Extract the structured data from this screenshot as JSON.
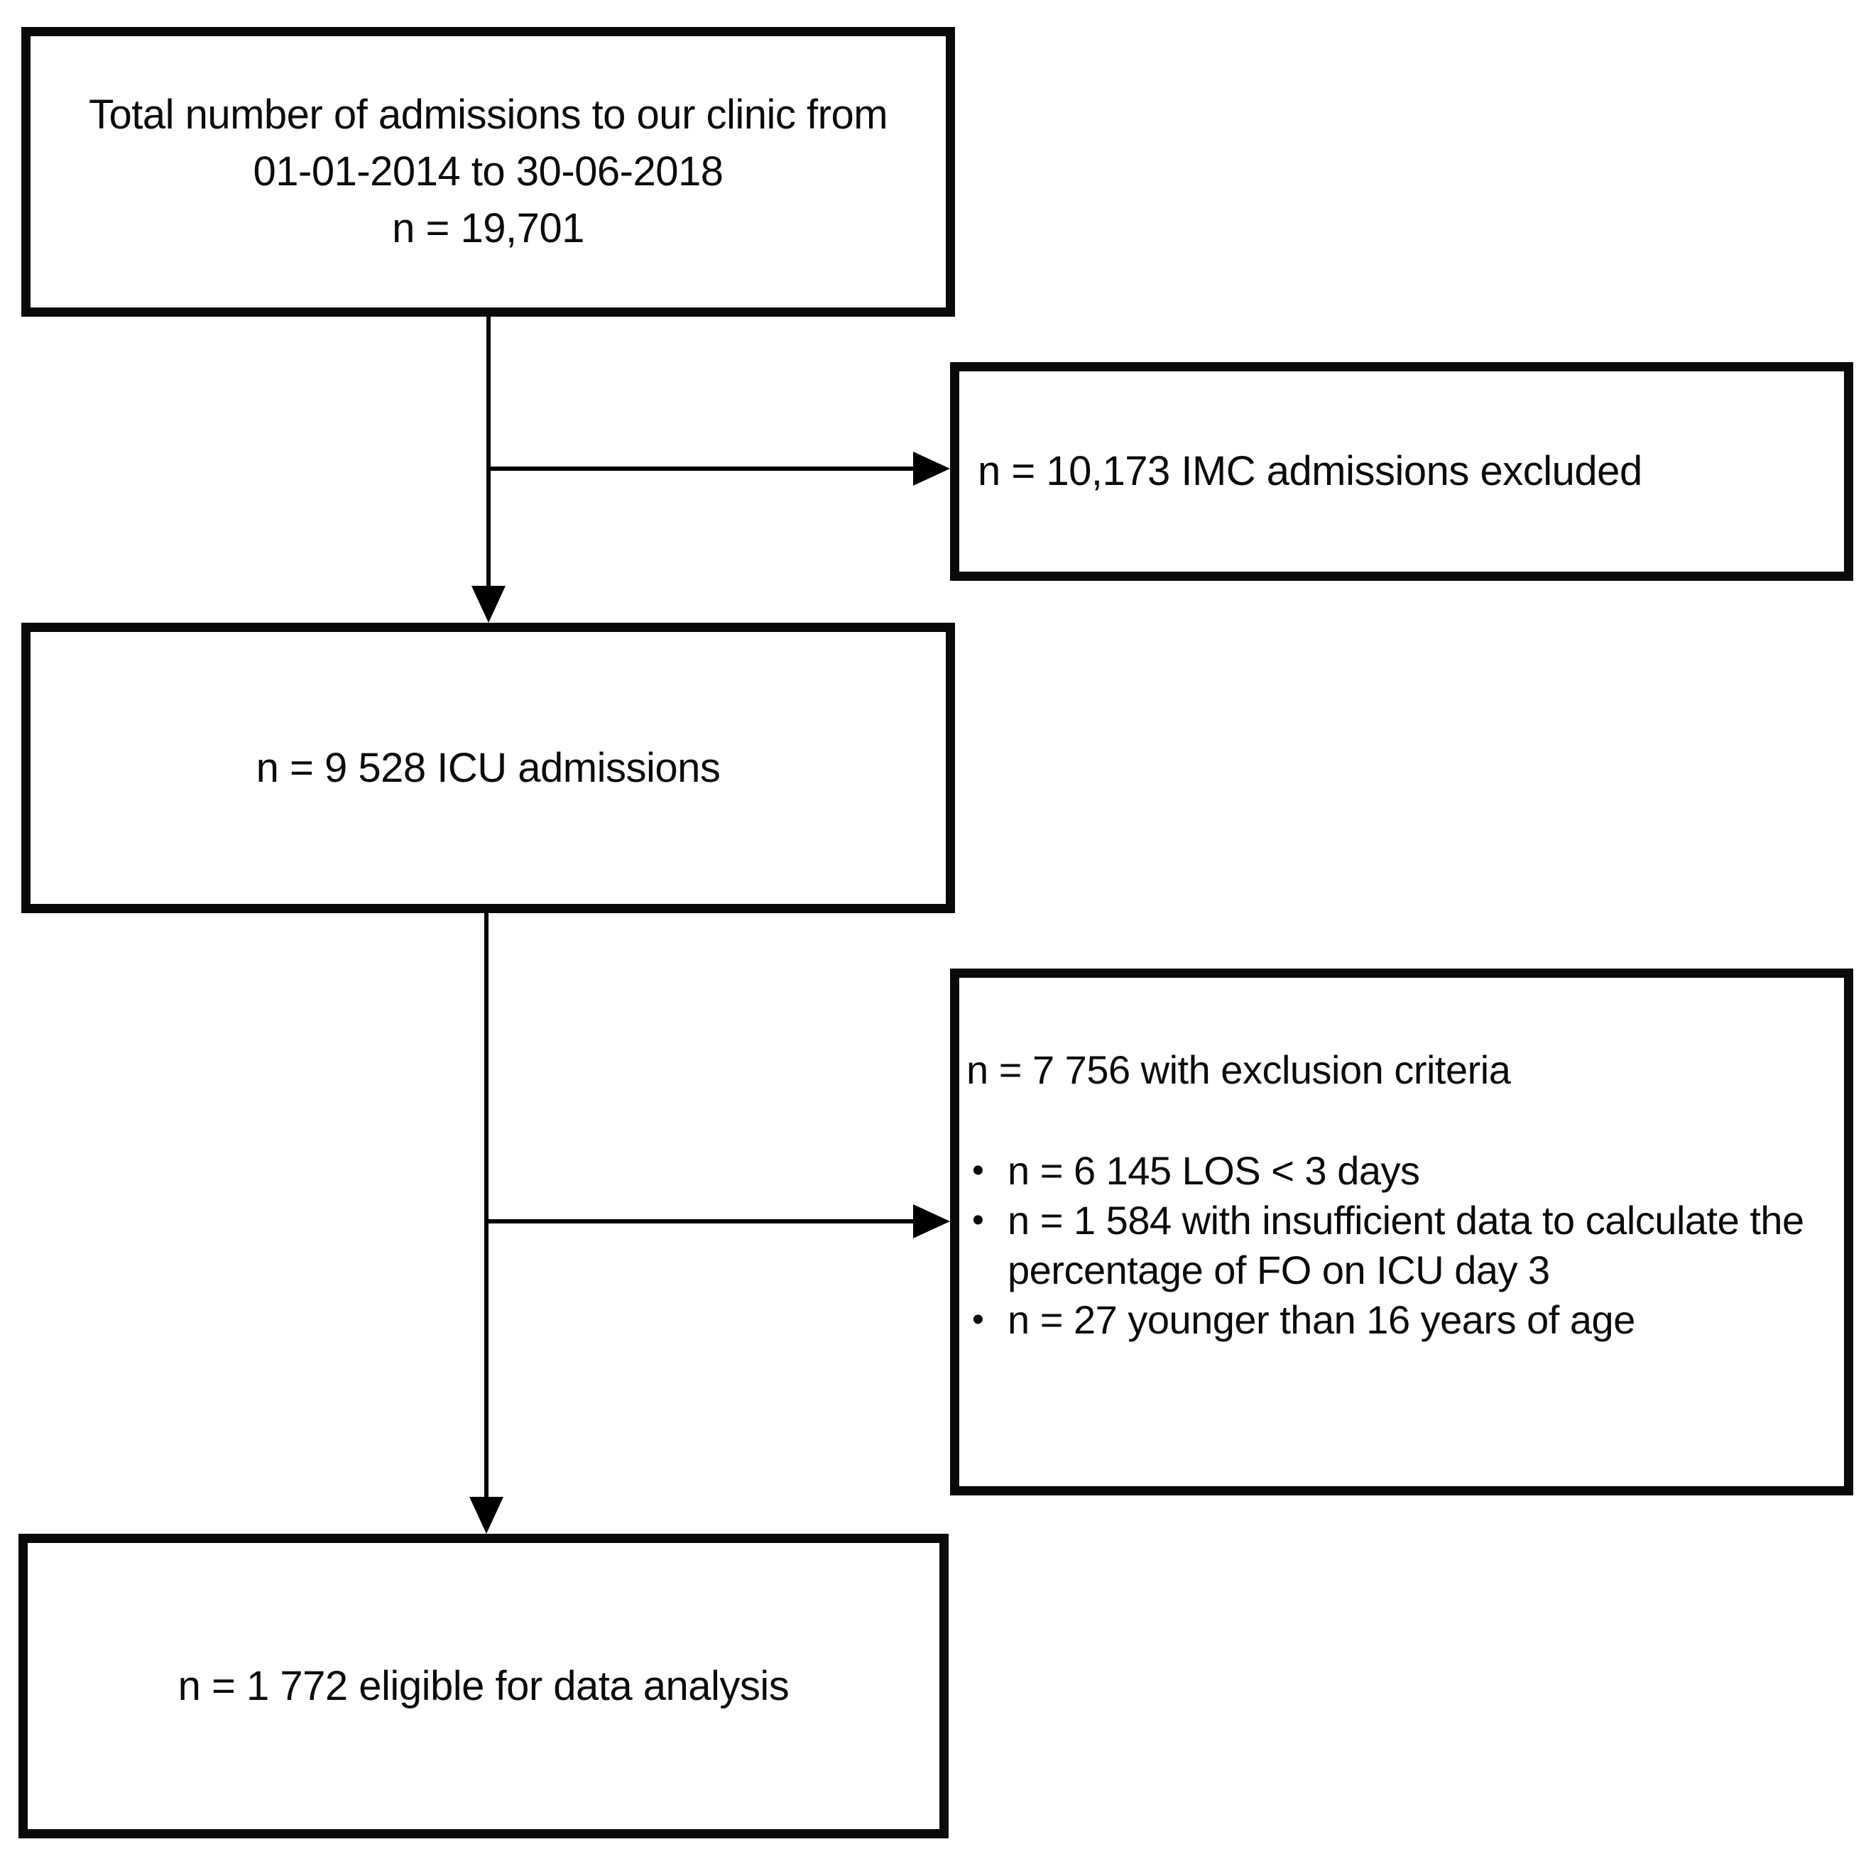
{
  "figure": {
    "background_color": "#ffffff",
    "line_color": "#000000",
    "boxes": {
      "total": {
        "line1": "Total number of admissions to our clinic from",
        "line2": "01-01-2014 to 30-06-2018",
        "line3": "n = 19,701"
      },
      "imc_excluded": {
        "text": "n = 10,173 IMC admissions excluded"
      },
      "icu": {
        "text": "n = 9 528 ICU admissions"
      },
      "exclusion": {
        "header": "n = 7 756 with exclusion criteria",
        "bullet_char": "•",
        "items": [
          "n = 6 145 LOS < 3 days",
          "n = 1 584 with insufficient data to calculate the percentage of FO on ICU day 3",
          "n = 27 younger than 16 years of age"
        ]
      },
      "eligible": {
        "text": "n = 1 772 eligible for data analysis"
      }
    }
  }
}
